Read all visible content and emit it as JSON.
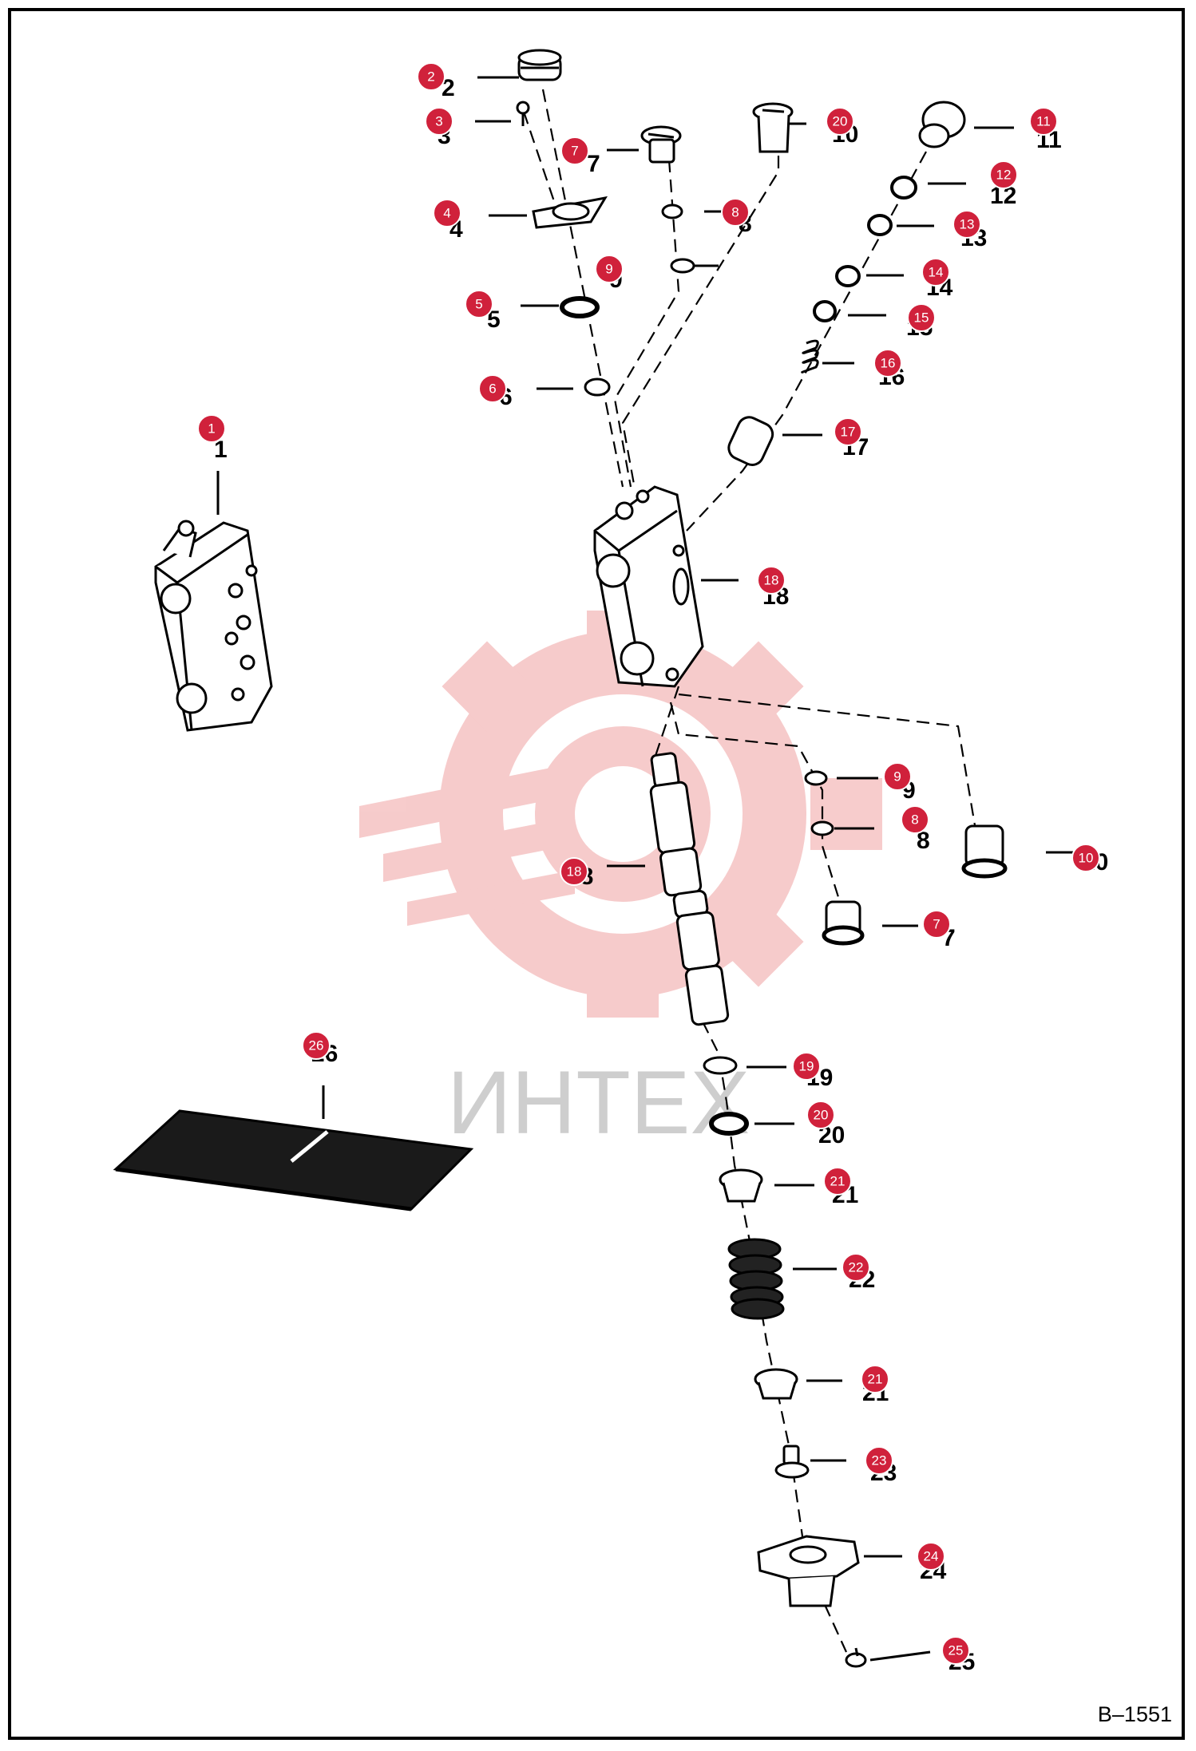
{
  "drawing_code": "B–1551",
  "watermark": {
    "text": "ИНТЕХ",
    "color": "#f6c6c6"
  },
  "callout_color": "#d0213b",
  "parts": [
    {
      "num": "1"
    },
    {
      "num": "2"
    },
    {
      "num": "3"
    },
    {
      "num": "4"
    },
    {
      "num": "5"
    },
    {
      "num": "6"
    },
    {
      "num": "7"
    },
    {
      "num": "8"
    },
    {
      "num": "9"
    },
    {
      "num": "10"
    },
    {
      "num": "11"
    },
    {
      "num": "12"
    },
    {
      "num": "13"
    },
    {
      "num": "14"
    },
    {
      "num": "15"
    },
    {
      "num": "16"
    },
    {
      "num": "17"
    },
    {
      "num": "18"
    },
    {
      "num": "19"
    },
    {
      "num": "20"
    },
    {
      "num": "21"
    },
    {
      "num": "22"
    },
    {
      "num": "23"
    },
    {
      "num": "24"
    },
    {
      "num": "25"
    },
    {
      "num": "26"
    }
  ]
}
